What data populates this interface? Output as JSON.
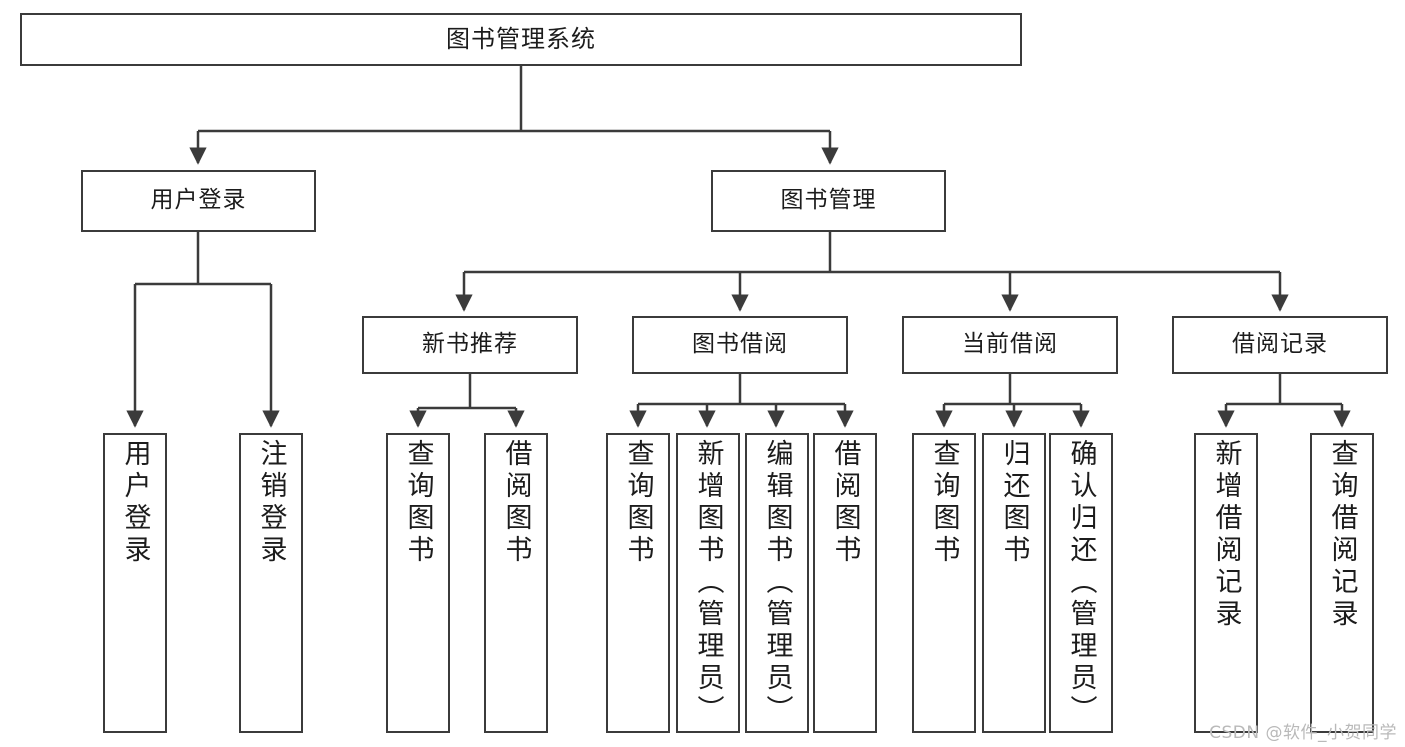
{
  "diagram": {
    "type": "tree-hierarchy-chart",
    "title": "图书管理系统",
    "line_color": "#3b3b3b",
    "box_fill": "#ffffff",
    "text_color": "#1c1c1c",
    "watermark": "CSDN @软件_小贺同学",
    "nodes": {
      "root": {
        "label": "图书管理系统"
      },
      "level2": [
        {
          "label": "用户登录"
        },
        {
          "label": "图书管理"
        }
      ],
      "level3": [
        {
          "label": "新书推荐"
        },
        {
          "label": "图书借阅"
        },
        {
          "label": "当前借阅"
        },
        {
          "label": "借阅记录"
        }
      ],
      "leaves": {
        "user_login": [
          {
            "label": "用户登录"
          },
          {
            "label": "注销登录"
          }
        ],
        "new_book_recommend": [
          {
            "label": "查询图书"
          },
          {
            "label": "借阅图书"
          }
        ],
        "book_borrow": [
          {
            "label": "查询图书"
          },
          {
            "label": "新增图书（管理员）"
          },
          {
            "label": "编辑图书（管理员）"
          },
          {
            "label": "借阅图书"
          }
        ],
        "current_borrow": [
          {
            "label": "查询图书"
          },
          {
            "label": "归还图书"
          },
          {
            "label": "确认归还（管理员）"
          }
        ],
        "borrow_record": [
          {
            "label": "新增借阅记录"
          },
          {
            "label": "查询借阅记录"
          }
        ]
      }
    }
  }
}
